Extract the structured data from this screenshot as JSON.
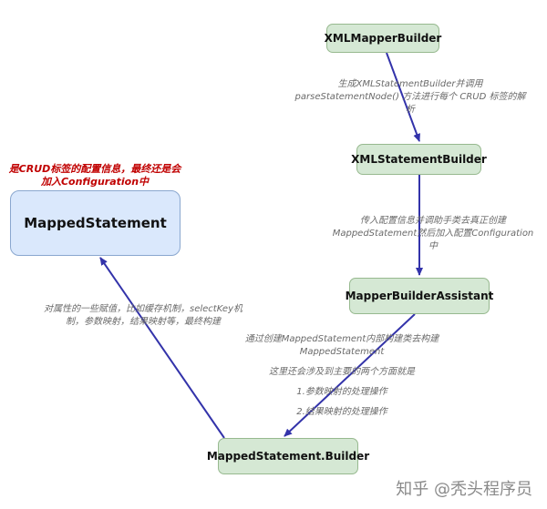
{
  "nodes": {
    "xml_mapper_builder": "XMLMapperBuilder",
    "xml_statement_builder": "XMLStatementBuilder",
    "mapper_builder_assistant": "MapperBuilderAssistant",
    "mapped_statement_builder": "MappedStatement.Builder",
    "mapped_statement": "MappedStatement"
  },
  "labels": {
    "edge1_line1": "生成XMLStatementBuilder并调用",
    "edge1_line2": "parseStatementNode() 方法进行每个 CRUD 标签的解",
    "edge1_line3": "析",
    "edge2_line1": "传入配置信息并调助手类去真正创建",
    "edge2_line2": "MappedStatement然后加入配置Configuration",
    "edge2_line3": "中",
    "edge3_line1": "通过创建MappedStatement内部构建类去构建",
    "edge3_line2": "MappedStatement",
    "edge3_line3": "这里还会涉及到主要的两个方面就是",
    "edge3_line4": "1.参数映射的处理操作",
    "edge3_line5": "2.结果映射的处理操作",
    "edge4_line1": "对属性的一些赋值，比如缓存机制，selectKey机",
    "edge4_line2": "制，参数映射，结果映射等，最终构建",
    "note_line1": "是CRUD标签的配置信息，最终还是会",
    "note_line2": "加入Configuration中"
  },
  "watermark": "知乎 @秃头程序员",
  "colors": {
    "green_fill": "#d5e8d4",
    "blue_fill": "#dae8fc",
    "arrow": "#3333aa",
    "note": "#c00000"
  }
}
